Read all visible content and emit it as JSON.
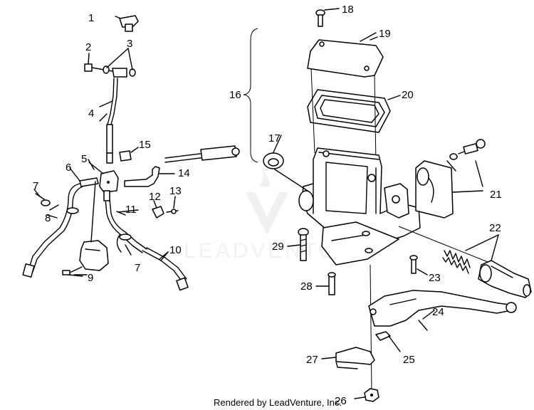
{
  "diagram": {
    "callouts": [
      {
        "id": "c1",
        "label": "1"
      },
      {
        "id": "c2",
        "label": "2"
      },
      {
        "id": "c3",
        "label": "3"
      },
      {
        "id": "c4",
        "label": "4"
      },
      {
        "id": "c5",
        "label": "5"
      },
      {
        "id": "c6",
        "label": "6"
      },
      {
        "id": "c7a",
        "label": "7"
      },
      {
        "id": "c7b",
        "label": "7"
      },
      {
        "id": "c8",
        "label": "8"
      },
      {
        "id": "c9",
        "label": "9"
      },
      {
        "id": "c10",
        "label": "10"
      },
      {
        "id": "c11",
        "label": "11"
      },
      {
        "id": "c12",
        "label": "12"
      },
      {
        "id": "c13",
        "label": "13"
      },
      {
        "id": "c14",
        "label": "14"
      },
      {
        "id": "c15",
        "label": "15"
      },
      {
        "id": "c16",
        "label": "16"
      },
      {
        "id": "c17",
        "label": "17"
      },
      {
        "id": "c18",
        "label": "18"
      },
      {
        "id": "c19",
        "label": "19"
      },
      {
        "id": "c20",
        "label": "20"
      },
      {
        "id": "c21",
        "label": "21"
      },
      {
        "id": "c22",
        "label": "22"
      },
      {
        "id": "c23",
        "label": "23"
      },
      {
        "id": "c24",
        "label": "24"
      },
      {
        "id": "c25",
        "label": "25"
      },
      {
        "id": "c26",
        "label": "26"
      },
      {
        "id": "c27",
        "label": "27"
      },
      {
        "id": "c28",
        "label": "28"
      },
      {
        "id": "c29",
        "label": "29"
      }
    ],
    "watermark": "LEADVENTURE",
    "footer": "Rendered by LeadVenture, Inc."
  }
}
